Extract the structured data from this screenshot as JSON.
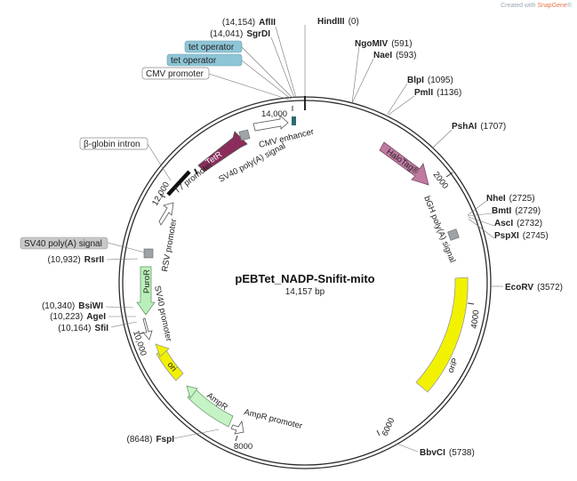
{
  "watermark": {
    "prefix": "Created with ",
    "brand": "SnapGene",
    "suffix": "®"
  },
  "plasmid": {
    "name": "pEBTet_NADP-Snifit-mito",
    "size_label": "14,157 bp",
    "length": 14157
  },
  "ruler_ticks": [
    {
      "pos": 2000,
      "label": "2000"
    },
    {
      "pos": 4000,
      "label": "4000"
    },
    {
      "pos": 6000,
      "label": "6000"
    },
    {
      "pos": 8000,
      "label": "8000"
    },
    {
      "pos": 10000,
      "label": "10,000"
    },
    {
      "pos": 12000,
      "label": "12,000"
    },
    {
      "pos": 14000,
      "label": "14,000"
    }
  ],
  "restriction_sites": [
    {
      "name": "HindIII",
      "pos": "(0)"
    },
    {
      "name": "NgoMIV",
      "pos": "(591)"
    },
    {
      "name": "NaeI",
      "pos": "(593)"
    },
    {
      "name": "BlpI",
      "pos": "(1095)"
    },
    {
      "name": "PmlI",
      "pos": "(1136)"
    },
    {
      "name": "PshAI",
      "pos": "(1707)"
    },
    {
      "name": "NheI",
      "pos": "(2725)"
    },
    {
      "name": "BmtI",
      "pos": "(2729)"
    },
    {
      "name": "AscI",
      "pos": "(2732)"
    },
    {
      "name": "PspXI",
      "pos": "(2745)"
    },
    {
      "name": "EcoRV",
      "pos": "(3572)"
    },
    {
      "name": "BbvCI",
      "pos": "(5738)"
    },
    {
      "name": "FspI",
      "pos": "(8648)"
    },
    {
      "name": "SfiI",
      "pos": "(10,164)"
    },
    {
      "name": "AgeI",
      "pos": "(10,223)"
    },
    {
      "name": "BsiWI",
      "pos": "(10,340)"
    },
    {
      "name": "RsrII",
      "pos": "(10,932)"
    },
    {
      "name": "SgrDI",
      "pos": "(14,041)"
    },
    {
      "name": "AflII",
      "pos": "(14,154)"
    }
  ],
  "feature_labels": {
    "tet_operator_1": "tet operator",
    "tet_operator_2": "tet operator",
    "cmv_promoter": "CMV promoter",
    "beta_globin_intron": "β-globin intron",
    "sv40_polya_box": "SV40 poly(A) signal",
    "tetr": "TetR",
    "t7_promoter": "T7 promoter",
    "sv40_polya_inner": "SV40 poly(A) signal",
    "cmv_enhancer": "CMV enhancer",
    "halotag": "HaloTag®",
    "bgh_polya": "bGH poly(A) signal",
    "orip": "oriP",
    "rsv_promoter": "RSV promoter",
    "puror": "PuroR",
    "sv40_promoter": "SV40 promoter",
    "ori": "ori",
    "ampr": "AmpR",
    "ampr_promoter": "AmpR promoter"
  },
  "colors": {
    "backbone": "#2b2b2b",
    "tetr": "#8b2d5c",
    "halotag": "#c07aa0",
    "orip": "#f2f200",
    "ori": "#f2f200",
    "puror": "#b9f0b9",
    "ampr": "#c6f3c6",
    "promoter": "#ffffff",
    "polya": "#9ea3a8",
    "operator_box": "#8ec5d6",
    "label_box": "#c8c8c8",
    "cmv_enhancer": "#2f6b6e",
    "intron": "#111111"
  }
}
